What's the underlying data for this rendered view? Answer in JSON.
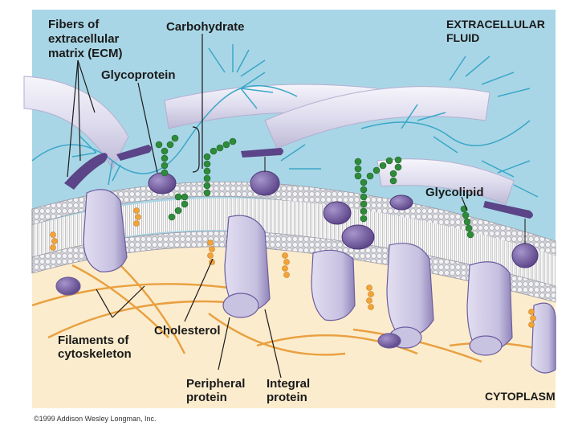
{
  "labels": {
    "fibers_ecm": [
      "Fibers of",
      "extracellular",
      "matrix (ECM)"
    ],
    "carbohydrate": "Carbohydrate",
    "glycoprotein": "Glycoprotein",
    "extracellular_fluid": [
      "EXTRACELLULAR",
      "FLUID"
    ],
    "glycolipid": "Glycolipid",
    "filaments": [
      "Filaments of",
      "cytoskeleton"
    ],
    "cholesterol": "Cholesterol",
    "peripheral_protein": [
      "Peripheral",
      "protein"
    ],
    "integral_protein": [
      "Integral",
      "protein"
    ],
    "cytoplasm": "CYTOPLASM"
  },
  "copyright": "©1999 Addison Wesley Longman, Inc.",
  "colors": {
    "extracellular_fluid": "#a9d6e6",
    "cytoplasm": "#fbeccd",
    "ecm_fiber": "#e6e4f2",
    "ecm_branch": "#3aa7c8",
    "protein": "#c9c3e2",
    "protein_dark": "#6c5d9e",
    "glycoprotein": "#7a5fa3",
    "carbohydrate_chain": "#2e8b3a",
    "phospholipid_head": "#e9e9ec",
    "phospholipid_tail": "#bdbdbd",
    "cholesterol": "#f2a33a",
    "cytoskeleton": "#e9a040"
  }
}
